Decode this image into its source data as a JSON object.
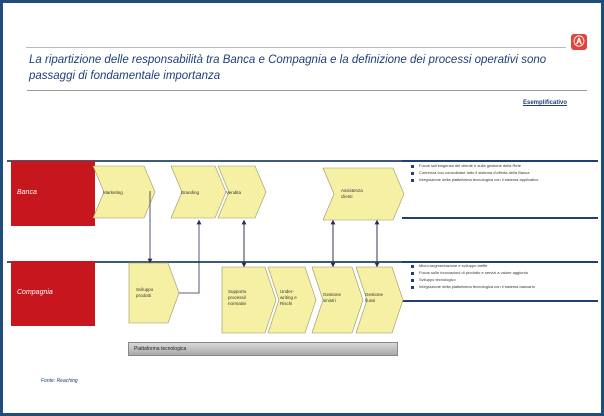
{
  "logo": {
    "glyph": "Ⓐ"
  },
  "title": "La ripartizione delle responsabilità tra Banca e Compagnia e la definizione dei processi operativi sono passaggi di fondamentale importanza",
  "tag": "Esemplificativo",
  "rows": [
    {
      "label": "Banca"
    },
    {
      "label": "Compagnia"
    }
  ],
  "banca_nodes": [
    "Marketing",
    "Branding",
    "Vendita",
    "Assistenza clienti"
  ],
  "compagnia_nodes": [
    "Sviluppo prodotti",
    "Supporto processi/ normativi",
    "Under-writing e Rischi",
    "Gestione sinistri",
    "Gestione flussi"
  ],
  "platform": "Piattaforma tecnologica",
  "banca_bullets": [
    "Focus sull'esigenza del cliente e sulla gestione della Rete",
    "Coerenza con consolidare tutto il sistema d'offerta della Banca",
    "Integrazione della piattaforma tecnologica con il sistema applicativo"
  ],
  "compagnia_bullets": [
    "Micro-segmentazione e sviluppo tariffe",
    "Focus sulle innovazioni di prodotto e servizi a valore aggiunto",
    "Sviluppo tecnologico",
    "Integrazione della piattaforma tecnologica con il sistema bancario"
  ],
  "source": "Fonte: Reaching",
  "colors": {
    "frame": "#1e4d7b",
    "row_label": "#c7161d",
    "chevron_fill": "#f5f0a3",
    "chevron_stroke": "#9a9660",
    "title": "#1f3f77"
  }
}
